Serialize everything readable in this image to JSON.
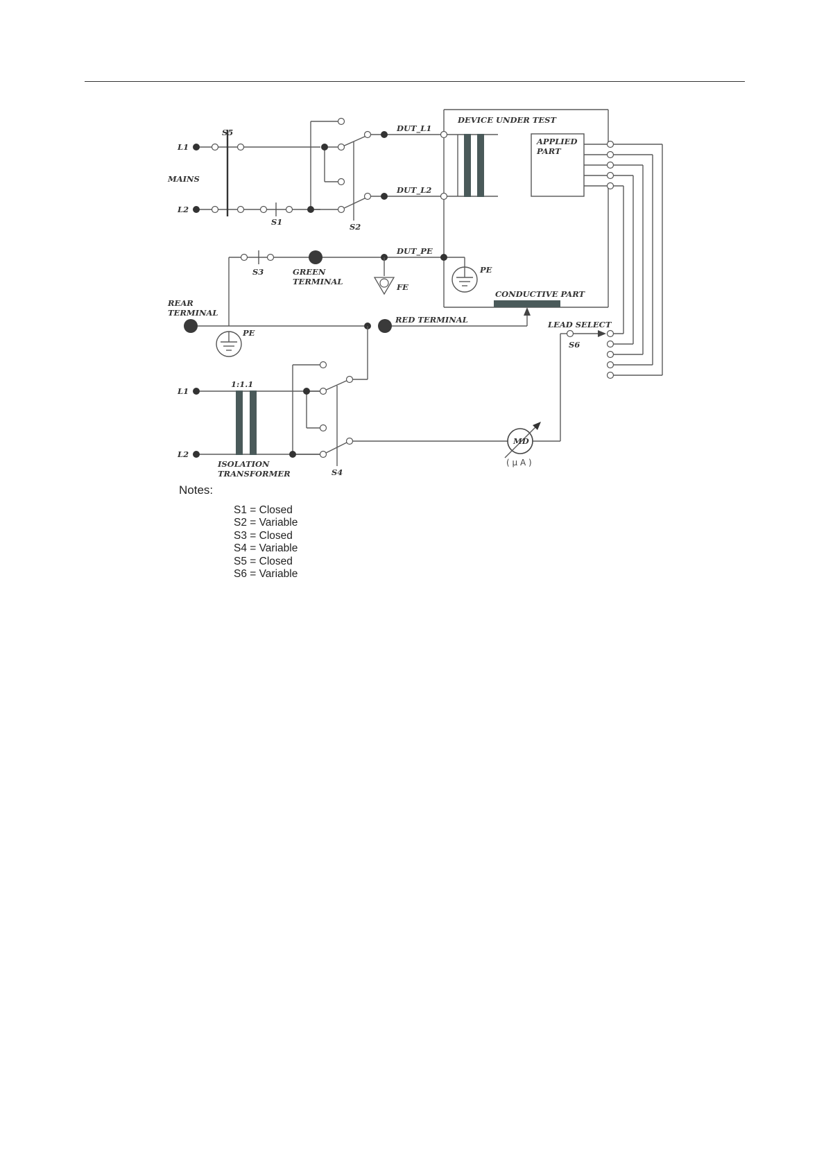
{
  "diagram": {
    "labels": {
      "l1_top": "L1",
      "l2_top": "L2",
      "mains": "MAINS",
      "s5": "S5",
      "s1": "S1",
      "s2": "S2",
      "s3": "S3",
      "s4": "S4",
      "s6": "S6",
      "dut_l1": "DUT_L1",
      "dut_l2": "DUT_L2",
      "dut_pe": "DUT_PE",
      "device_under_test": "DEVICE UNDER TEST",
      "applied_part_line1": "APPLIED",
      "applied_part_line2": "PART",
      "green_terminal_line1": "GREEN",
      "green_terminal_line2": "TERMINAL",
      "fe": "FE",
      "pe_dut": "PE",
      "pe_rear": "PE",
      "conductive_part": "CONDUCTIVE PART",
      "rear_terminal_line1": "REAR",
      "rear_terminal_line2": "TERMINAL",
      "red_terminal": "RED TERMINAL",
      "lead_select": "LEAD SELECT",
      "ratio": "1:1.1",
      "l1_bottom": "L1",
      "l2_bottom": "L2",
      "isolation_line1": "ISOLATION",
      "isolation_line2": "TRANSFORMER",
      "md": "MD",
      "microamp": "( μ A )"
    },
    "notes": {
      "title": "Notes:",
      "items": [
        "S1 = Closed",
        "S2 = Variable",
        "S3 = Closed",
        "S4 = Variable",
        "S5 = Closed",
        "S6 = Variable"
      ]
    }
  }
}
